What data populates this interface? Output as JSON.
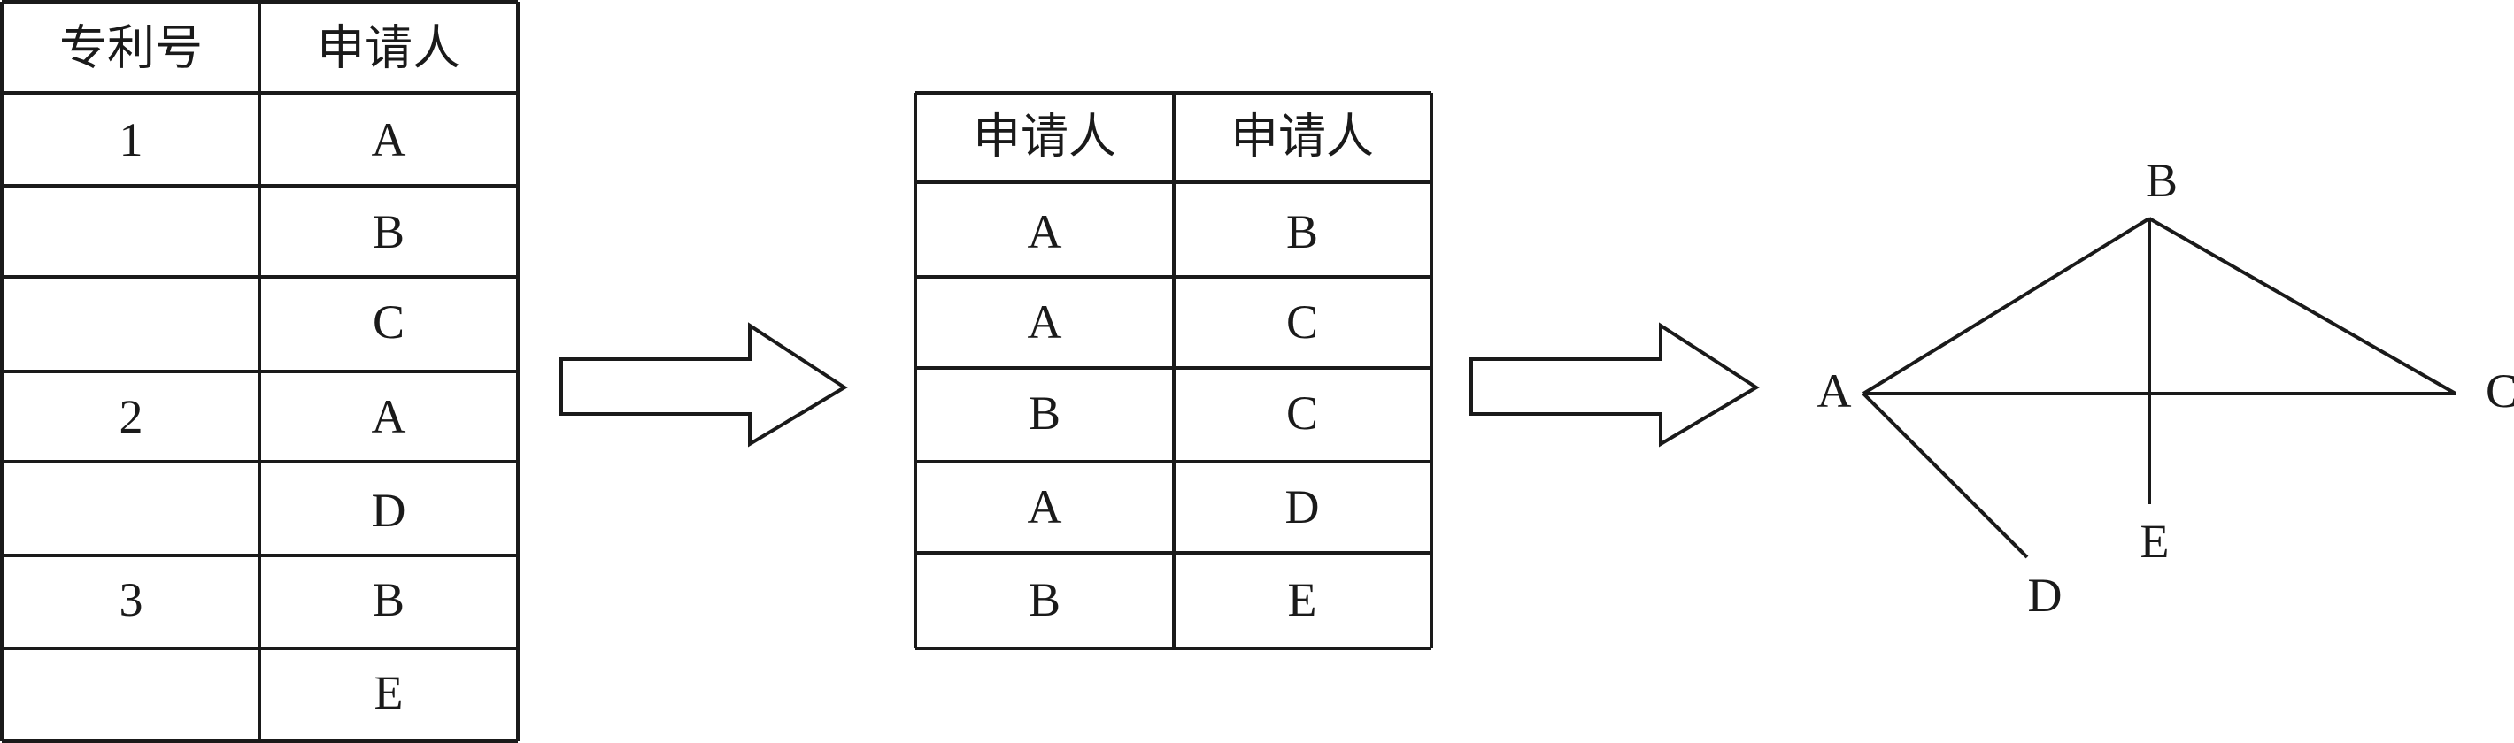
{
  "patent_table": {
    "headers": [
      "专利号",
      "申请人"
    ],
    "rows": [
      [
        "1",
        "A"
      ],
      [
        "",
        "B"
      ],
      [
        "",
        "C"
      ],
      [
        "2",
        "A"
      ],
      [
        "",
        "D"
      ],
      [
        "3",
        "B"
      ],
      [
        "",
        "E"
      ]
    ]
  },
  "pair_table": {
    "headers": [
      "申请人",
      "申请人"
    ],
    "rows": [
      [
        "A",
        "B"
      ],
      [
        "A",
        "C"
      ],
      [
        "B",
        "C"
      ],
      [
        "A",
        "D"
      ],
      [
        "B",
        "E"
      ]
    ]
  },
  "network": {
    "nodes": [
      "A",
      "B",
      "C",
      "D",
      "E"
    ],
    "edges": [
      [
        "A",
        "B"
      ],
      [
        "A",
        "C"
      ],
      [
        "B",
        "C"
      ],
      [
        "A",
        "D"
      ],
      [
        "B",
        "E"
      ]
    ]
  }
}
